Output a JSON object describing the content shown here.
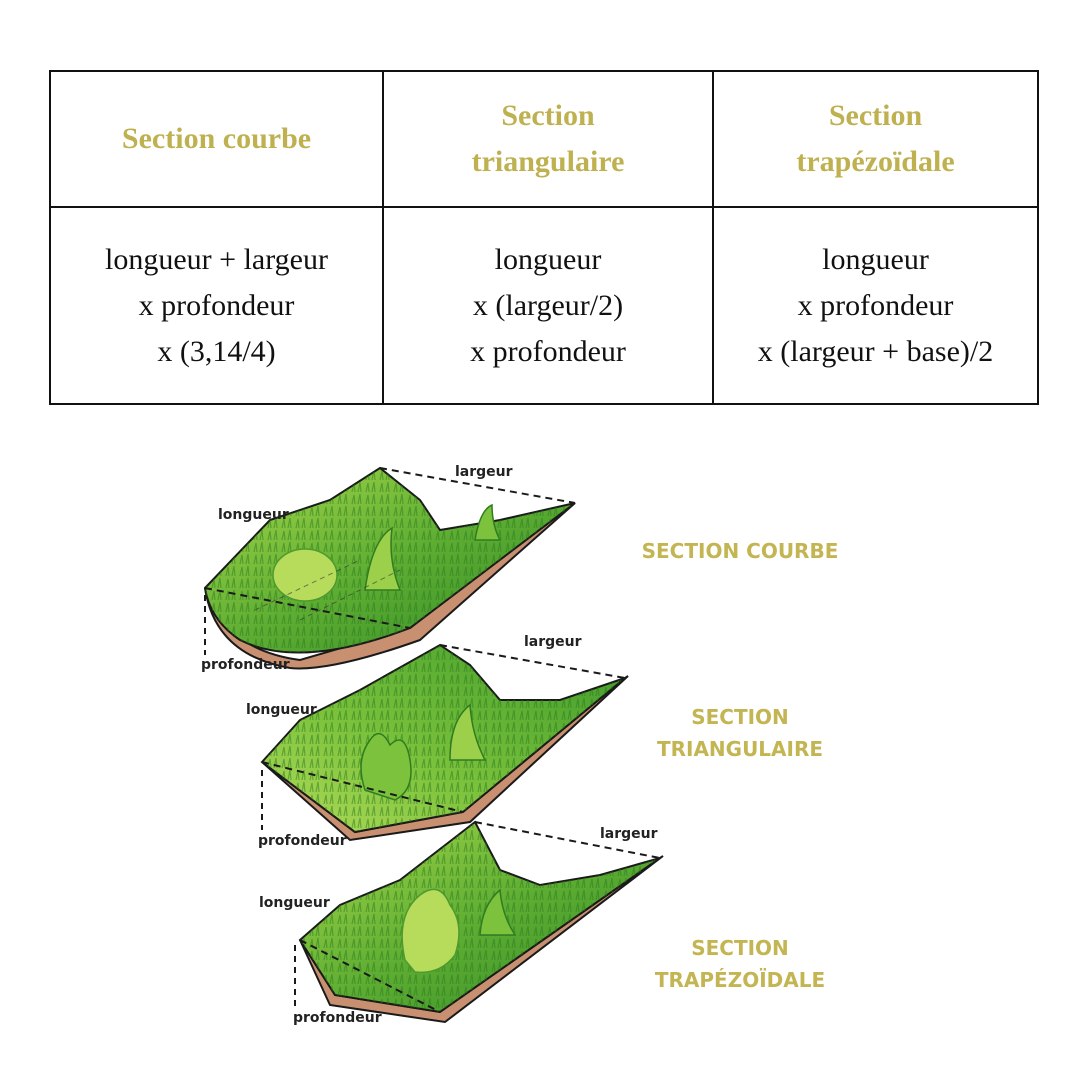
{
  "table": {
    "headers": [
      "Section courbe",
      "Section\ntriangulaire",
      "Section\ntrapézoïdale"
    ],
    "formulas": [
      "longueur + largeur\nx profondeur\nx (3,14/4)",
      "longueur\nx (largeur/2)\nx profondeur",
      "longueur\nx profondeur\nx (largeur + base)/2"
    ]
  },
  "illustration": {
    "dimension_labels": {
      "width": "largeur",
      "length": "longueur",
      "depth": "profondeur"
    },
    "sections": [
      {
        "label": "SECTION COURBE"
      },
      {
        "label": "SECTION\nTRIANGULAIRE"
      },
      {
        "label": "SECTION\nTRAPÉZOÏDALE"
      }
    ]
  },
  "colors": {
    "accent_gold": "#bfb150",
    "grass_light": "#8cc83c",
    "grass_dark": "#2f8a24",
    "soil": "#c89070",
    "outline": "#1a1a1a"
  }
}
